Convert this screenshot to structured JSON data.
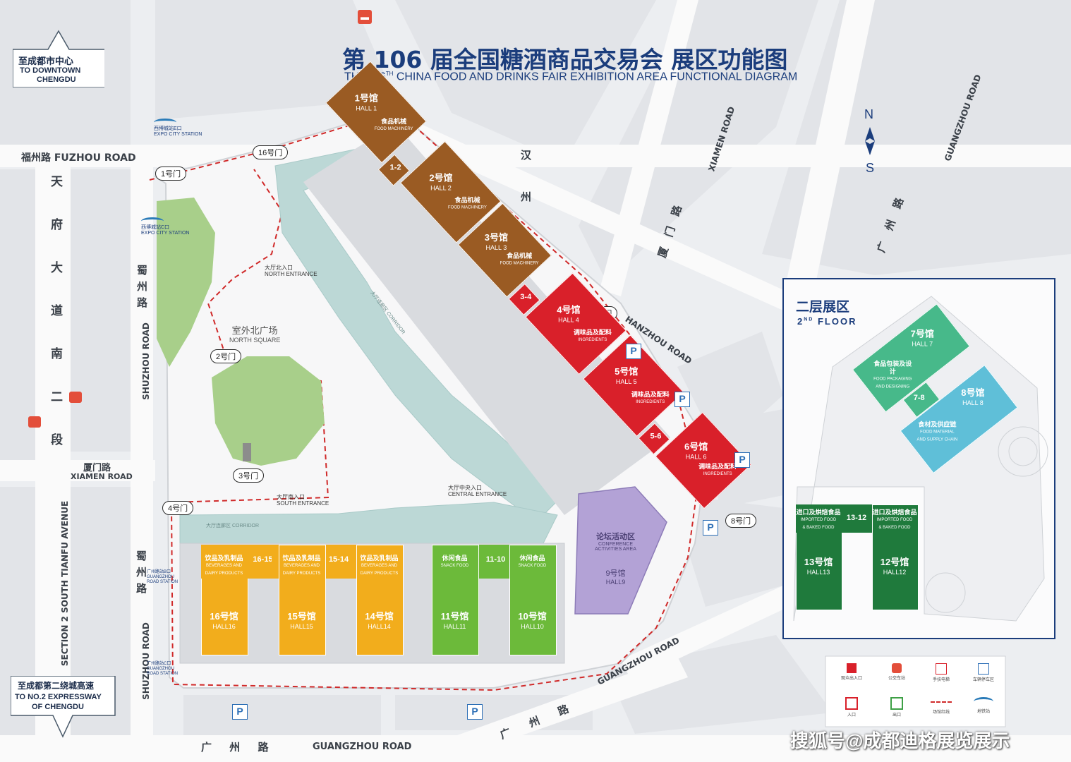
{
  "title": {
    "cn": "第 106 届全国糖酒商品交易会  展区功能图",
    "en_prefix": "THE106",
    "en_sup": "TH",
    "en_rest": " CHINA FOOD AND DRINKS FAIR  EXHIBITION AREA FUNCTIONAL DIAGRAM"
  },
  "compass": {
    "north": "N",
    "south": "S"
  },
  "signs": {
    "downtown": {
      "cn": "至成都市中心",
      "en1": "TO DOWNTOWN",
      "en2": "CHENGDU"
    },
    "expressway": {
      "cn": "至成都第二绕城高速",
      "en1": "TO NO.2 EXPRESSWAY",
      "en2": "OF CHENGDU"
    }
  },
  "roads": {
    "fuzhou": "福州路 FUZHOU ROAD",
    "tianfu_cn": "天府大道南二段",
    "tianfu_en": "SECTION 2 SOUTH TIANFU AVENUE",
    "shuzhou_cn_upper": "蜀州路",
    "shuzhou_cn_lower": "蜀州路",
    "shuzhou_en_upper": "SHUZHOU ROAD",
    "shuzhou_en_lower": "SHUZHOU ROAD",
    "xiamen_cn": "厦门路",
    "xiamen_en": "XIAMEN ROAD",
    "xiamen_ne_cn": "厦门路",
    "xiamen_ne_en": "XIAMEN ROAD",
    "hanzhou_cn": "汉州路",
    "hanzhou_en": "HANZHOU ROAD",
    "guangzhou_ne_cn": "广州路",
    "guangzhou_ne_en": "GUANGZHOU ROAD",
    "guangzhou_bottom_cn": "广 州 路",
    "guangzhou_bottom_en": "GUANGZHOU ROAD",
    "guangzhou_diag_cn": "广 州 路",
    "guangzhou_diag_en": "GUANGZHOU ROAD"
  },
  "stations": {
    "e": {
      "cn": "西博城站E口",
      "en": "EXPO CITY STATION"
    },
    "c": {
      "cn": "西博城站C口",
      "en": "EXPO CITY STATION"
    },
    "g1": {
      "cn": "广州路站B口",
      "en1": "GUANGZHOU",
      "en2": "ROAD STATION"
    },
    "g2": {
      "cn": "广州路站C口",
      "en1": "GUANGZHOU",
      "en2": "ROAD STATION"
    }
  },
  "gates": {
    "g16": "16号门",
    "g1": "1号门",
    "g2": "2号门",
    "g3": "3号门",
    "g4": "4号门",
    "g8": "8号门",
    "g11": "11号门"
  },
  "entrances": {
    "north": {
      "cn": "大厅北入口",
      "en": "NORTH ENTRANCE"
    },
    "south": {
      "cn": "大厅南入口",
      "en": "SOUTH ENTRANCE"
    },
    "central": {
      "cn": "大厅中央入口",
      "en": "CENTRAL ENTRANCE"
    }
  },
  "areas": {
    "north_square": {
      "cn": "室外北广场",
      "en": "NORTH SQUARE"
    },
    "conference": {
      "cn": "论坛活动区",
      "en1": "CONFERENCE",
      "en2": "ACTIVITIES AREA",
      "hall_cn": "9号馆",
      "hall_en": "HALL9"
    },
    "corridor_main": "大厅连廊区 CORRIDOR",
    "corridor_bottom": "大厅连廊区 CORRIDOR"
  },
  "halls": {
    "h1": {
      "cn": "1号馆",
      "en": "HALL 1"
    },
    "h2": {
      "cn": "2号馆",
      "en": "HALL 2"
    },
    "h3": {
      "cn": "3号馆",
      "en": "HALL 3"
    },
    "h4": {
      "cn": "4号馆",
      "en": "HALL 4"
    },
    "h5": {
      "cn": "5号馆",
      "en": "HALL 5"
    },
    "h6": {
      "cn": "6号馆",
      "en": "HALL 6"
    },
    "h10": {
      "cn": "10号馆",
      "en": "HALL10"
    },
    "h11": {
      "cn": "11号馆",
      "en": "HALL11"
    },
    "h14": {
      "cn": "14号馆",
      "en": "HALL14"
    },
    "h15": {
      "cn": "15号馆",
      "en": "HALL15"
    },
    "h16": {
      "cn": "16号馆",
      "en": "HALL16"
    }
  },
  "links": {
    "l12": "1-2",
    "l34": "3-4",
    "l56": "5-6",
    "l1615": "16-15",
    "l1514": "15-14",
    "l1110": "11-10"
  },
  "categories": {
    "machinery": {
      "cn": "食品机械",
      "en": "FOOD MACHINERY"
    },
    "ingredients": {
      "cn": "调味品及配料",
      "en": "INGREDIENTS"
    },
    "beverages": {
      "cn": "饮品及乳制品",
      "en1": "BEVERAGES AND",
      "en2": "DAIRY PRODUCTS"
    },
    "snack": {
      "cn": "休闲食品",
      "en": "SNACK FOOD"
    }
  },
  "second_floor": {
    "title_cn": "二层展区",
    "title_en_prefix": "2",
    "title_en_sup": "ND",
    "title_en_rest": " FLOOR",
    "h7": {
      "cn": "7号馆",
      "en": "HALL 7",
      "cat_cn": "食品包装及设计",
      "cat_en": "FOOD PACKAGING AND DESIGNING"
    },
    "h8": {
      "cn": "8号馆",
      "en": "HALL 8",
      "cat_cn": "食材及供应链",
      "cat_en": "FOOD MATERIAL AND SUPPLY CHAIN"
    },
    "l78": "7-8",
    "h12": {
      "cn": "12号馆",
      "en": "HALL12"
    },
    "h13": {
      "cn": "13号馆",
      "en": "HALL13"
    },
    "l1312": "13-12",
    "imported": {
      "cn": "进口及烘焙食品",
      "en1": "IMPORTED FOOD",
      "en2": "& BAKED FOOD"
    }
  },
  "legend": {
    "items": [
      "观众出入口",
      "公交车站",
      "手扶电梯",
      "车辆停车区",
      "入口",
      "出口",
      "场馆红线",
      "地铁站"
    ]
  },
  "parking_label": "P",
  "watermark": "搜狐号@成都迪格展览展示",
  "colors": {
    "brown": "#9a5b23",
    "red": "#d9202a",
    "orange": "#f2ad1c",
    "green": "#6cba3a",
    "darkgreen": "#1f7a3c",
    "teal": "#47b98a",
    "lightblue": "#5fbfd8",
    "purple": "#b3a2d6",
    "title_blue": "#1b3d7c"
  }
}
